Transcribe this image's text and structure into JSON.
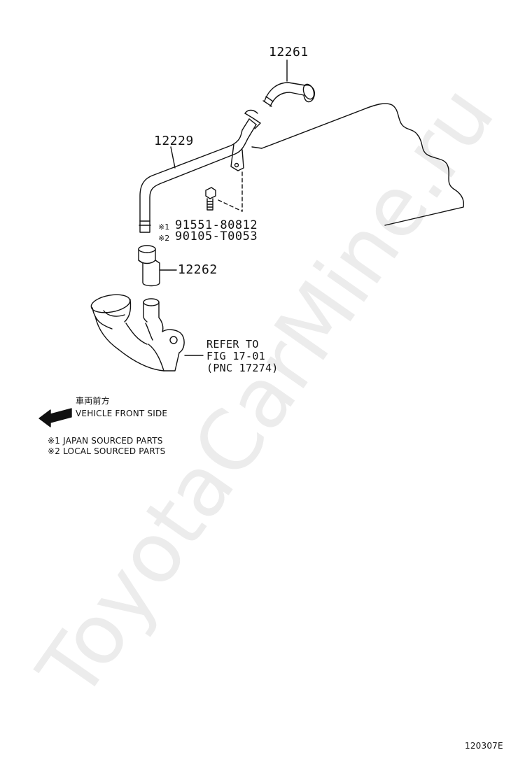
{
  "watermark": "ToyotaCarMine.ru",
  "parts": {
    "hose_upper": "12261",
    "pipe": "12229",
    "hose_lower": "12262"
  },
  "bolt": {
    "mark1": "※1",
    "pn1": "91551-80812",
    "mark2": "※2",
    "pn2": "90105-T0053"
  },
  "refer": {
    "line1": "REFER TO",
    "line2": "FIG 17-01",
    "line3": "(PNC 17274)"
  },
  "direction": {
    "jp": "車両前方",
    "en": "VEHICLE FRONT SIDE"
  },
  "legend": {
    "line1": "※1 JAPAN SOURCED PARTS",
    "line2": "※2 LOCAL SOURCED PARTS"
  },
  "figure_id": "120307E",
  "colors": {
    "line": "#111111",
    "watermark": "#ececec"
  }
}
